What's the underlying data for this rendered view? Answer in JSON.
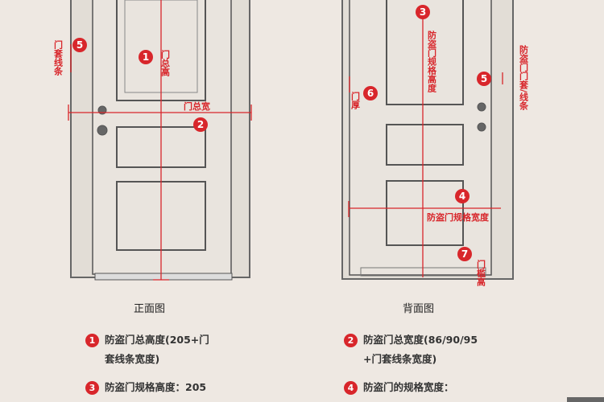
{
  "front": {
    "caption": "正面图",
    "labels": {
      "total_height": "门总高",
      "total_width": "门总宽",
      "frame_trim": "门套线条"
    },
    "markers": [
      "1",
      "2",
      "5"
    ]
  },
  "back": {
    "caption": "背面图",
    "labels": {
      "spec_height": "防盗门规格高度",
      "frame_trim": "防盗门门套/线条",
      "thickness": "门厚",
      "spec_width": "防盗门规格宽度",
      "sill_height": "门槛高"
    },
    "markers": [
      "3",
      "5",
      "6",
      "4",
      "7"
    ]
  },
  "legend": [
    {
      "num": "1",
      "line1": "防盗门总高度(205+门",
      "line2": "套线条宽度)"
    },
    {
      "num": "2",
      "line1": "防盗门总宽度(86/90/95",
      "line2": "+门套线条宽度)"
    },
    {
      "num": "3",
      "line1": "防盗门规格高度：205",
      "line2": ""
    },
    {
      "num": "4",
      "line1": "防盗门的规格宽度：",
      "line2": ""
    }
  ],
  "colors": {
    "accent": "#d8262b",
    "background": "#eee8e2"
  }
}
